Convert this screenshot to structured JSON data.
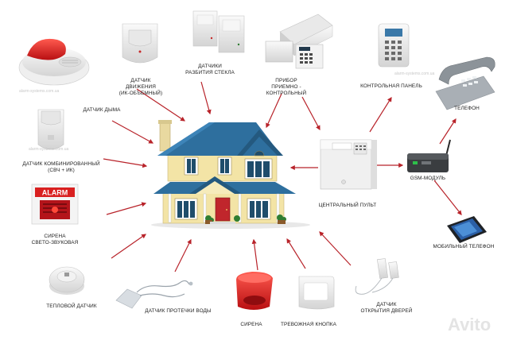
{
  "labels": {
    "motion": "ДАТЧИК ДВИЖЕНИЯ\n(ИК-ОБЪЕМНЫЙ)",
    "glass": "ДАТЧИКИ\nРАЗБИТИЯ СТЕКЛА",
    "panel_device": "ПРИБОР\nПРИЕМНО - КОНТРОЛЬНЫЙ",
    "keypad": "КОНТРОЛЬНАЯ ПАНЕЛЬ",
    "phone": "ТЕЛЕФОН",
    "smoke": "ДАТЧИК ДЫМА",
    "combined": "ДАТЧИК КОМБИНИРОВАННЫЙ\n(СВЧ + ИК)",
    "gsm": "GSM-МОДУЛЬ",
    "central": "ЦЕНТРАЛЬНЫЙ ПУЛЬТ",
    "mobile": "МОБИЛЬНЫЙ ТЕЛЕФОН",
    "siren_light": "СИРЕНА\nСВЕТО-ЗВУКОВАЯ",
    "heat": "ТЕПЛОВОЙ ДАТЧИК",
    "leak": "ДАТЧИК ПРОТЕЧКИ ВОДЫ",
    "siren": "СИРЕНА",
    "alarm_button": "ТРЕВОЖНАЯ КНОПКА",
    "door": "ДАТЧИК\nОТКРЫТИЯ ДВЕРЕЙ"
  },
  "alarm_sign": "ALARM",
  "watermark_site": "alarm-systems.com.ua",
  "avito_mark": "Avito",
  "colors": {
    "arrow": "#b8232a",
    "roof": "#2e6f9e",
    "wall": "#f3e4a6",
    "door": "#c0262c",
    "alarm_red": "#d92020"
  },
  "icons": [
    "motion-sensor-icon",
    "glass-break-sensor-icon",
    "control-panel-device-icon",
    "keypad-icon",
    "desk-phone-icon",
    "smoke-detector-icon",
    "combined-sensor-icon",
    "house-icon",
    "central-console-icon",
    "gsm-module-icon",
    "alarm-sign-icon",
    "mobile-phone-icon",
    "heat-detector-icon",
    "water-leak-sensor-icon",
    "siren-icon",
    "panic-button-icon",
    "door-sensor-icon"
  ]
}
